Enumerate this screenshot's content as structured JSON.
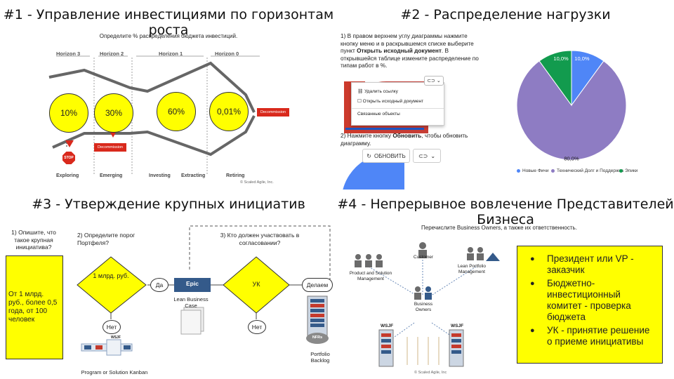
{
  "q1": {
    "title": "#1 - Управление инвестициями по горизонтам роста",
    "subtitle": "Определите % распределения бюджета инвестиций.",
    "horizons": [
      "Horizon 3",
      "Horizon 2",
      "Horizon 1",
      "Horizon 0"
    ],
    "stages": [
      "Exploring",
      "Emerging",
      "Investing",
      "Extracting",
      "Retiring"
    ],
    "circles": [
      "10%",
      "30%",
      "60%",
      "0,01%"
    ],
    "decommission1": "Decommission",
    "decommission2": "Decommission",
    "stop": "STOP",
    "copyright": "© Scaled Agile, Inc."
  },
  "q2": {
    "title": "#2 - Распределение нагрузки",
    "instr1_a": "1) В правом верхнем углу диаграммы нажмите кнопку меню и в раскрывшемся списке выберите пункт ",
    "instr1_b": "Открыть исходный документ",
    "instr1_c": ". В открывшейся таблице измените распределение по типам работ в %.",
    "menu": [
      "Удалить ссылку",
      "Открыть исходный документ",
      "Связанные объекты"
    ],
    "instr2_a": "2) Нажмите кнопку ",
    "instr2_b": "Обновить",
    "instr2_c": ", чтобы обновить диаграмму.",
    "refresh_label": "ОБНОВИТЬ",
    "link_icon_glyph": "⊂⊃",
    "caret_glyph": "⌄"
  },
  "chart_data": {
    "type": "pie",
    "categories": [
      "Новые Фичи",
      "Технический Долг и Поддержка",
      "Эпики"
    ],
    "values": [
      10.0,
      80.0,
      10.0
    ],
    "labels": [
      "10,0%",
      "80,0%",
      "10,0%"
    ],
    "colors": [
      "#4f86f7",
      "#8e7cc3",
      "#129b4e"
    ],
    "legend": "bottom"
  },
  "q3": {
    "title": "#3 - Утверждение крупных инициатив",
    "step1": "1) Опишите, что такое крупная инициатива?",
    "step2": "2) Определите порог Портфеля?",
    "step3": "3) Кто должен участвовать в согласовании?",
    "yellow_text": "От 1 млрд. руб., более 0,5 года, от 100 человек",
    "diamond1": "1 млрд. руб.",
    "diamond2": "УК",
    "yes": "Да",
    "no1": "Нет",
    "no2": "Нет",
    "do": "Делаем",
    "epic": "Epic",
    "lbc": "Lean Business Case",
    "kanban": "Program or Solution Kanban",
    "portfolio": "Portfolio Backlog",
    "wsjf": "WSJF",
    "nfrs": "NFRs"
  },
  "q4": {
    "title": "#4 - Непрерывное вовлечение Представителей Бизнеса",
    "subtitle": "Перечислите Business Owners, а также их ответственность.",
    "roles": [
      "Product and Solution Management",
      "Customer",
      "Lean Portfolio Management",
      "Business Owners"
    ],
    "wsjf": "WSJF",
    "copyright": "© Scaled Agile, Inc",
    "bullets": [
      "Президент или VP - заказчик",
      "Бюджетно-инвестиционный комитет - проверка бюджета",
      "УК - принятие решение о приеме инициативы"
    ]
  }
}
